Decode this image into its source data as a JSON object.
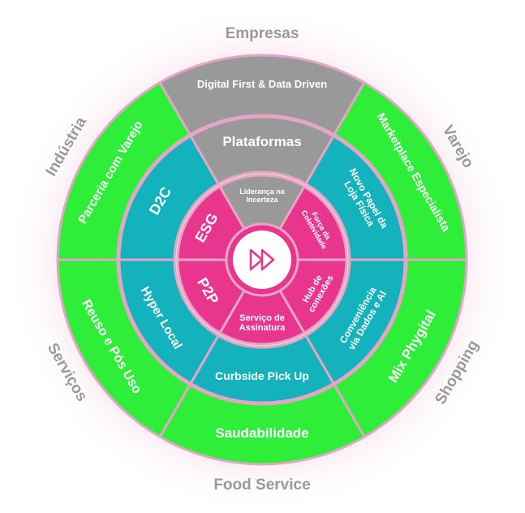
{
  "colors": {
    "green": "#2fee3a",
    "gray": "#999999",
    "teal": "#14b2bd",
    "pink": "#e8368f",
    "separator": "#e4a6c4",
    "center_circle": "#ffffff",
    "play_icon": "#e8368f",
    "outer_text": "#9a9a9a",
    "glow": "#f3d3e2"
  },
  "center": {
    "icon": "fast-forward-icon"
  },
  "outer_labels": [
    {
      "name": "industria",
      "text": "Indústria"
    },
    {
      "name": "empresas",
      "text": "Empresas"
    },
    {
      "name": "varejo",
      "text": "Varejo"
    },
    {
      "name": "shopping",
      "text": "Shopping"
    },
    {
      "name": "food-service",
      "text": "Food Service"
    },
    {
      "name": "servicos",
      "text": "Serviços"
    }
  ],
  "ring3": [
    {
      "name": "parceria-com-varejo",
      "color": "green",
      "lines": [
        "Parceria com Varejo"
      ]
    },
    {
      "name": "digital-first",
      "color": "gray",
      "lines": [
        "Digital First & Data Driven"
      ]
    },
    {
      "name": "marketplace-especialista",
      "color": "green",
      "lines": [
        "Marketplace Especialista"
      ]
    },
    {
      "name": "mix-phygital",
      "color": "green",
      "lines": [
        "Mix Phygital"
      ]
    },
    {
      "name": "saudabilidade",
      "color": "green",
      "lines": [
        "Saudabilidade"
      ]
    },
    {
      "name": "reuso-e-pos-uso",
      "color": "green",
      "lines": [
        "Reuso e Pós Uso"
      ]
    }
  ],
  "ring2": [
    {
      "name": "d2c",
      "color": "teal",
      "lines": [
        "D2C"
      ]
    },
    {
      "name": "plataformas",
      "color": "gray",
      "lines": [
        "Plataformas"
      ]
    },
    {
      "name": "novo-papel-loja-fisica",
      "color": "teal",
      "lines": [
        "Novo Papel da",
        "Loja Física"
      ]
    },
    {
      "name": "conveniencia-dados-ai",
      "color": "teal",
      "lines": [
        "Conveniência",
        "via Dados e AI"
      ]
    },
    {
      "name": "curbside-pick-up",
      "color": "teal",
      "lines": [
        "Curbside Pick Up"
      ]
    },
    {
      "name": "hyper-local",
      "color": "teal",
      "lines": [
        "Hyper Local"
      ]
    }
  ],
  "ring1": [
    {
      "name": "esg",
      "color": "pink",
      "lines": [
        "ESG"
      ]
    },
    {
      "name": "lideranca-na-incerteza",
      "color": "gray",
      "lines": [
        "Liderança na",
        "Incerteza"
      ]
    },
    {
      "name": "forca-da-coletividade",
      "color": "pink",
      "lines": [
        "Força da",
        "Coletividade"
      ]
    },
    {
      "name": "hub-de-conexoes",
      "color": "pink",
      "lines": [
        "Hub de",
        "conexões"
      ]
    },
    {
      "name": "servico-de-assinatura",
      "color": "pink",
      "lines": [
        "Serviço de",
        "Assinatura"
      ]
    },
    {
      "name": "p2p",
      "color": "pink",
      "lines": [
        "P2P"
      ]
    }
  ]
}
